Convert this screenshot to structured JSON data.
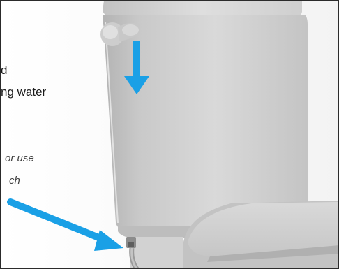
{
  "image": {
    "subject": "toilet tank with flush lever and water supply valve",
    "caption_lines": [
      "d",
      "ng water"
    ],
    "note_lines": [
      "or use",
      "ch"
    ],
    "arrow_color": "#1aa0e6",
    "arrows": [
      "flush-lever-down-arrow",
      "supply-valve-arrow"
    ]
  }
}
